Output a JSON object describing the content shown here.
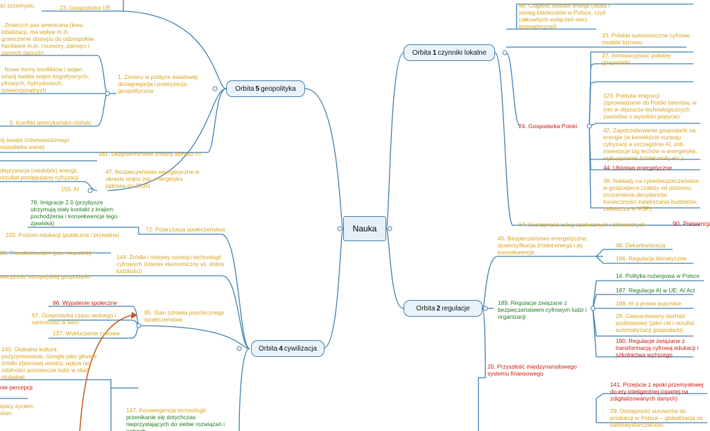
{
  "center": "Nauka",
  "orbits": {
    "o1": {
      "prefix": "Orbita",
      "num": "1",
      "suffix": "czynniki lokalne"
    },
    "o2": {
      "prefix": "Orbita",
      "num": "2",
      "suffix": "regulacje"
    },
    "o4": {
      "prefix": "Orbita",
      "num": "4",
      "suffix": "cywilizacja"
    },
    "o5": {
      "prefix": "Orbita",
      "num": "5",
      "suffix": "geopolityka"
    }
  },
  "labels": {
    "r46": "46. Ciągłość dostaw energii (skala i zasięg blackoutów w Polsce, czyli całkowitych wyłączeń sieci energetycznej)",
    "r33": "33. Polskie autonomiczne cyfrowe modele biznesu",
    "r27": "27. Innowacyjność polskiej gospodarki",
    "r123": "123.  Polityka imigracji (sprowadzanie do Polski talentów, w tym w obszarze technologicznych zawodów o wysokim popycie)",
    "r24": "24. Gospodarka Polski",
    "r42": "42. Zapotrzebowanie gospodarki na energie (w kontekście rozwoju cyfryzacji a szczególnie AI, zob. inwestycje big techów w energetykę, wykupywanie źródeł wody etc.)",
    "r44": "44. Ubóstwo energetyczne",
    "r38": "38. Nakłady na cyberbezpieczeństwo w gospodarce (zależy od poziomu zrozumienia decydentów konieczności zwiększania budżetów; zwłaszcza w MŚP)",
    "r64": "64. Dostępność usług społecznych i zdrowotnych",
    "r90": "90.  Prewencja",
    "r45": "45. Bezpieczeństwo energetyczne: dywersyfikacja źródeł energii i jej konsekwencje",
    "r48": "48. Dekarbonizacja",
    "r166": "166. Regulacje klimatyczne",
    "r14": "14. Polityka rozwojowa w Polsce",
    "r189": "189. Regulacje związane z bezpieczeństwem cyfrowym ludzi i organizacji",
    "r187": "187. Regulacje AI w UE: AI Act",
    "r188": "188. AI a prawa autorskie",
    "r28": "28.  Gwarantowany dochód podstawowy (jako cel i rezultat automatyzacji gospodarki)",
    "r190": "190. Regulacje związane z transformacją cyfrową edukacji i szkolnictwa wyższego",
    "r20": "20. Przyszłość międzynarodowego systemu finansowego",
    "r141": "141. Przejście z epoki przemysłowej do ery inteligentnej (opartej na zdigitalizowanych danych)",
    "r29": "29. Dostępność surowców do produkcji w Polsce – globalizacja vs samowystarczalność",
    "l_przemyslu": "ść przemysłu",
    "l23": "23. Gospodarka UE",
    "l_pax": ". Zmierzch pax americana (kres lobalizacji, ma wpływ m.in. graniczenie dostępu do odzespołów hardware m.in. rocesory, pamięci i samych danych)",
    "l_konflikty": ". Nowe formy konfliktów i wojen. ozwój świata wojen kognitywnych, yfrowych, hybrydowych, onwencjonalnych",
    "l1": "1. Zmiany w polityce światowej: dezagregacja i polaryzacja geopolityczna",
    "l5": "5. Konflikt amerykańsko-chiński",
    "l_swiata": "ój świata zrównoważonego ospodarka wana)",
    "l181": "181. Długoterminowe zmiany klimatu !!!!",
    "l_deprywacja": "deprywacja (niedobór) energii, rezultat postępującej cyfryzacji",
    "l47": "47. Bezpieczeństwo energetyczne w okresie wojny (np. energetyka jądrowa po 2035)",
    "l155": "155. AI",
    "l78": "78. Imigracje 2.0 (przybysze utrzymują stały kontakt z krajem pochodzenia i konsekwencje tego zjawiska)",
    "l220": "220. Poziom edukacji (publiczna / prywatna)",
    "l72": "72. Polaryzacja społeczeństwa",
    "l00": "00. Transhumanizm (por. neurolink)",
    "l144": "144. Źródła i motywy rozwoju technologii cyfrowych (interes ekonomiczny vs. dobro ludzkości)",
    "l_konk": "wacyjność europejskiej gospodarki",
    "l86": "86. Wypalenie społeczne",
    "l67": "67. Gospodarka czasu wolnego / samotność w sieci",
    "l85": "85. Stan zdrowia psychicznego społeczeństwa",
    "l137": "137. Wykluczenie cyfrowe",
    "l140": "140.  Globalna kultura pozycjonowania: Google jako główne źródło zbiorowej wiedzy, wpływ na zdolności poznawcze ludzi w skali globalnej",
    "l_percepcji": "nie percepcji",
    "l_zyciem": "iędzy życiem stwo",
    "l147a": "147. Konwergencja technologii:",
    "l147b": "przenikanie się dotychczas nieprzystających do siebie rozwiązań i potrzeb"
  }
}
